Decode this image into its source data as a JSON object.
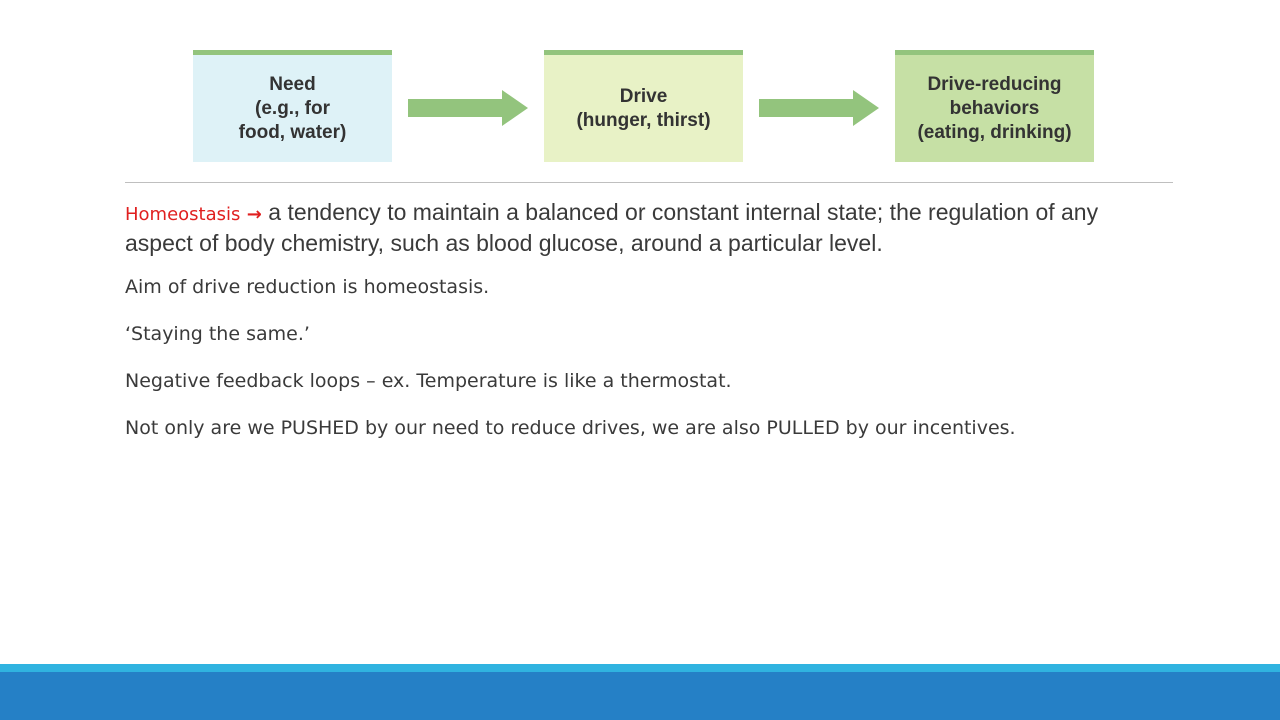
{
  "diagram": {
    "boxes": [
      {
        "label": "Need\n(e.g., for\nfood, water)",
        "color": "#def2f7"
      },
      {
        "label": "Drive\n(hunger, thirst)",
        "color": "#e8f2c6"
      },
      {
        "label": "Drive-reducing\nbehaviors\n(eating, drinking)",
        "color": "#c6e0a5"
      }
    ],
    "arrow_color": "#93c47d"
  },
  "content": {
    "definition": {
      "term": "Homeostasis",
      "arrow": "→",
      "text": " a tendency to maintain a balanced or constant internal state; the regulation of any aspect of body chemistry, such as blood glucose, around a  particular level."
    },
    "points": [
      "Aim of drive reduction is homeostasis.",
      "‘Staying the same.’",
      "Negative feedback loops – ex. Temperature is like a thermostat.",
      "Not only are we PUSHED by our need to reduce drives, we are also PULLED by our incentives."
    ]
  },
  "colors": {
    "term": "#e02020",
    "footer_top": "#30b3e0",
    "footer_main": "#2580c6"
  }
}
